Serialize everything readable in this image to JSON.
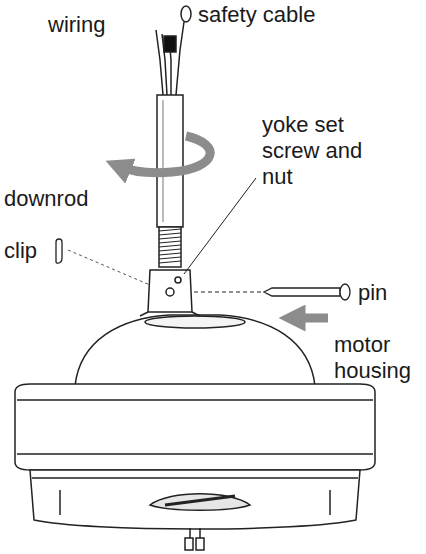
{
  "diagram": {
    "labels": [
      "wiring",
      "safety cable",
      "downrod",
      "yoke set screw and nut",
      "clip",
      "pin",
      "motor housing"
    ]
  }
}
